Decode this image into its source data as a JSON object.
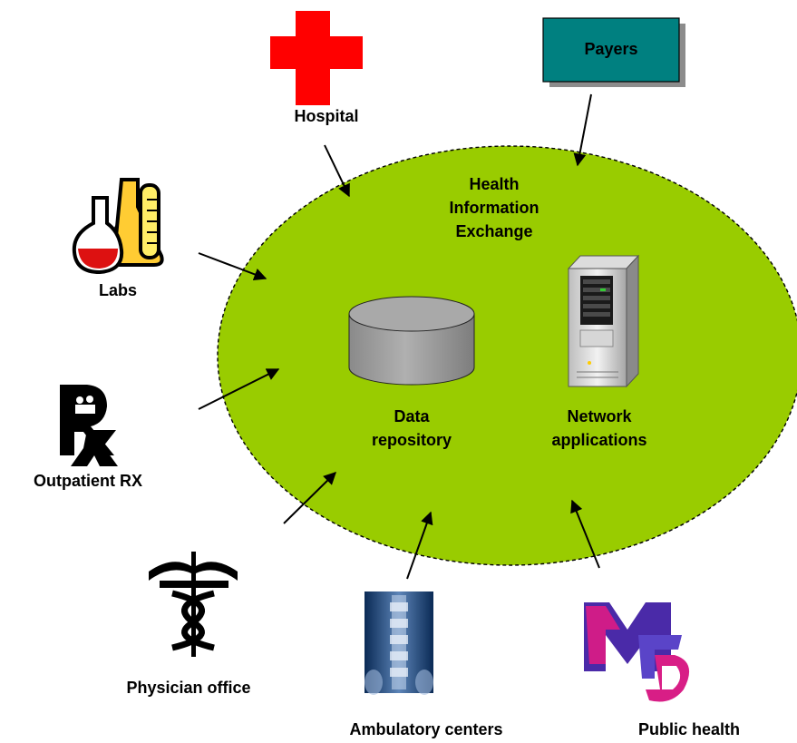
{
  "hub": {
    "title": "Health Information Exchange",
    "fill_color": "#99cc00",
    "components": {
      "data_repository": "Data repository",
      "network_applications": "Network applications"
    }
  },
  "participants": {
    "hospital": "Hospital",
    "payers": "Payers",
    "labs": "Labs",
    "outpatient_rx": "Outpatient RX",
    "physician_office": "Physician office",
    "ambulatory_centers": "Ambulatory centers",
    "public_health": "Public health"
  },
  "icons": {
    "hospital": "red-cross-icon",
    "payers": "payers-box",
    "labs": "lab-flasks-icon",
    "outpatient_rx": "rx-pharmacy-icon",
    "physician_office": "caduceus-icon",
    "ambulatory_centers": "spine-xray-icon",
    "public_health": "mchd-logo-icon",
    "data_repository": "database-cylinder-icon",
    "network_applications": "server-tower-icon"
  },
  "colors": {
    "hub_fill": "#99cc00",
    "payers_fill": "#008080",
    "cross_red": "#ff0000"
  }
}
